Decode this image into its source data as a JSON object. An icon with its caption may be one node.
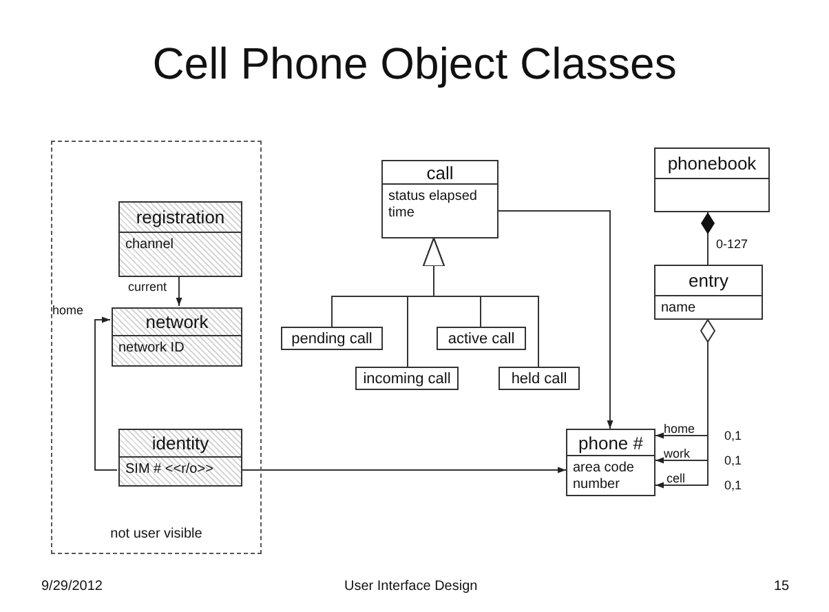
{
  "diagram": {
    "title": "Cell Phone Object Classes",
    "nodes": [
      {
        "text": [
          "not user visible"
        ]
      },
      {
        "text": [
          "registration",
          "channel"
        ],
        "in": 0
      },
      {
        "text": [
          "network",
          "network ID"
        ],
        "in": 0
      },
      {
        "text": [
          "identity",
          "SIM # <<r/o>>"
        ],
        "in": 0
      },
      {
        "text": [
          "call",
          "status elapsed time"
        ]
      },
      {
        "text": [
          "pending call"
        ]
      },
      {
        "text": [
          "incoming call"
        ]
      },
      {
        "text": [
          "active call"
        ]
      },
      {
        "text": [
          "held call"
        ]
      },
      {
        "text": [
          "phonebook"
        ]
      },
      {
        "text": [
          "entry",
          "name"
        ]
      },
      {
        "text": [
          "phone #",
          "area code number"
        ]
      }
    ],
    "edges": [
      {
        "from": 1,
        "to": 2,
        "arrow": "to",
        "label": "current"
      },
      {
        "from": 3,
        "to": 2,
        "arrow": "to",
        "label": "home"
      },
      {
        "from": 3,
        "to": 11,
        "arrow": "to"
      },
      {
        "from": 4,
        "to": 11,
        "arrow": "to"
      },
      {
        "from": 5,
        "to": 4,
        "arrow": "to"
      },
      {
        "from": 6,
        "to": 4,
        "arrow": "to"
      },
      {
        "from": 7,
        "to": 4,
        "arrow": "to"
      },
      {
        "from": 8,
        "to": 4,
        "arrow": "to"
      },
      {
        "from": 10,
        "to": 9,
        "arrow": "other",
        "label": "0-127"
      },
      {
        "from": 10,
        "to": 11,
        "arrow": "to",
        "label": "home"
      },
      {
        "from": 10,
        "to": 11,
        "arrow": "to",
        "label": "work"
      },
      {
        "from": 10,
        "to": 11,
        "arrow": "to",
        "label": "cell"
      }
    ],
    "labels": [
      "0,1",
      "0,1",
      "0,1",
      "9/29/2012",
      "User Interface Design",
      "15"
    ]
  }
}
